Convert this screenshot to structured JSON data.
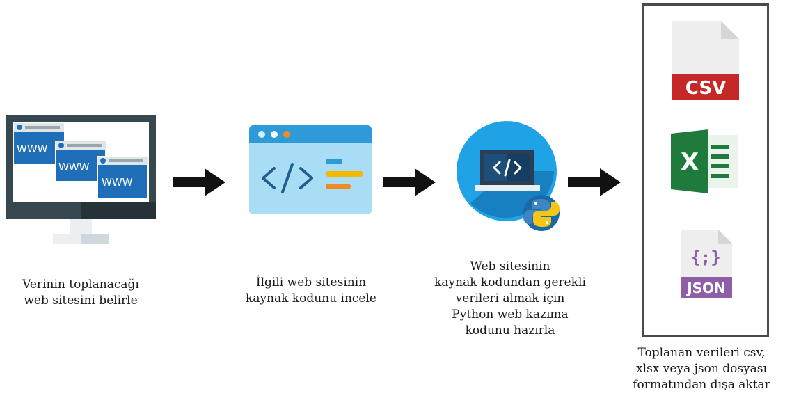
{
  "steps": [
    {
      "lines": [
        "Verinin toplanacağı",
        "web sitesini belirle"
      ]
    },
    {
      "lines": [
        "İlgili web sitesinin",
        "kaynak kodunu incele"
      ]
    },
    {
      "lines": [
        "Web sitesinin",
        "kaynak kodundan gerekli",
        "verileri almak için",
        "Python web kazıma",
        "kodunu hazırla"
      ]
    },
    {
      "lines": [
        "Toplanan verileri csv,",
        "xlsx veya json dosyası",
        "formatından dışa aktar"
      ]
    }
  ],
  "monitor": {
    "window_label": "WWW"
  },
  "files": {
    "csv_label": "CSV",
    "excel_label": "X",
    "json_label": "JSON",
    "json_symbol": "{;}"
  },
  "colors": {
    "arrow": "#111111",
    "monitor_frame": "#37474f",
    "window_blue": "#1e6fb8",
    "code_window": "#a9dcf5",
    "circle": "#1fa3e6",
    "csv_red": "#c62828",
    "excel_green": "#1e7b3c",
    "json_purple": "#8e5fa8"
  }
}
